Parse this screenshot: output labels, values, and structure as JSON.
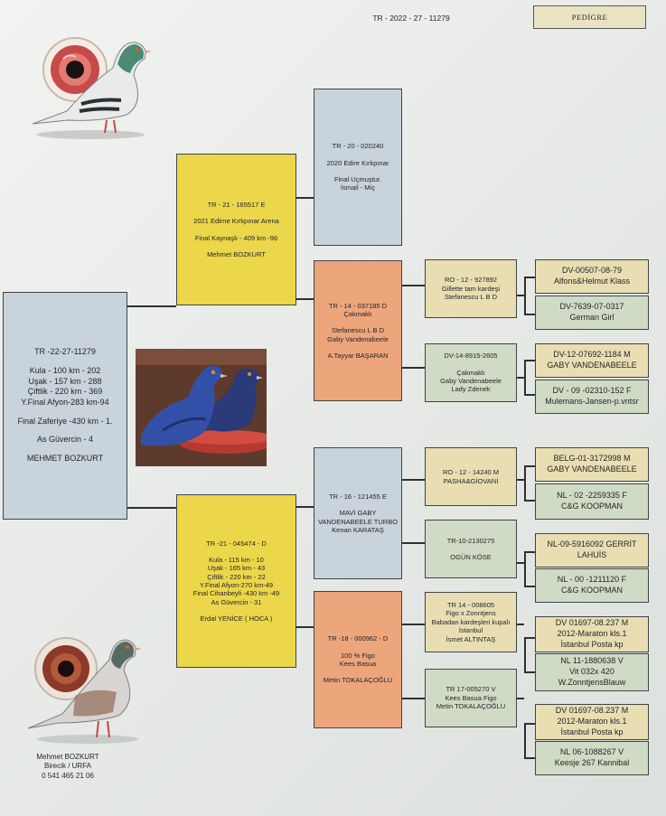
{
  "serial": "TR - 2022 - 27 - 11279",
  "pedigre_label": "PEDİGRE",
  "main": [
    "TR -22-27-11279",
    "",
    "Kula - 100 km - 202",
    "Uşak - 157 km - 288",
    "Çiftlik - 220 km - 369",
    "Y.Final Afyon-283 km-94",
    "",
    "Final Zaferiye -430 km - 1.",
    "",
    "As Güvercin - 4",
    "",
    "MEHMET BOZKURT"
  ],
  "sire": [
    "TR - 21 - 165517 E",
    "",
    "2021 Edirne Kırkpınar Arena",
    "",
    "Final Kaynaşlı - 409 km -96",
    "",
    "Mehmet BOZKURT"
  ],
  "dam": [
    "TR -21 - 045474 - D",
    "",
    "Kula - 115 km - 10",
    "Uşak - 165 km - 43",
    "Çiftlik - 220 km - 22",
    "Y.Final Afyon-270 km-49",
    "Final Cihanbeyli -430 km -49",
    "As Güvercin - 31",
    "",
    "Erdal YENİCE ( HOCA )"
  ],
  "ss": [
    "TR - 20 - 020240",
    "",
    "2020 Edire Kırkpınar",
    "",
    "Final Uçmuştur.",
    "İsmail - Miç"
  ],
  "sd": [
    "TR - 14 - 037185 D",
    "Çakmaklı",
    "",
    "Stefanescu  L B D",
    "Gaby Vandenabeele",
    "",
    "A.Tayyar BAŞARAN"
  ],
  "ds": [
    "TR - 16 - 121455 E",
    "",
    "MAVİ GABY",
    "VANDENABEELE TURBO",
    "Kenan KARATAŞ"
  ],
  "dd": [
    "TR -18 - 000962 - D",
    "",
    "100 % Figo",
    "Kees Basua",
    "",
    "Metin TOKALAÇOĞLU"
  ],
  "sds": [
    "RO - 12 - 927892",
    "Gillette tam kardeşi",
    "Stefanescu  L B D"
  ],
  "sdd": [
    "DV-14-8915-2605",
    "",
    "Çakmaklı",
    "Gaby Vandenabeele",
    "Lady Zdenek"
  ],
  "dss": [
    "RO - 12 - 14240  M",
    "PASHA&GİOVANİ"
  ],
  "dsd": [
    "TR-10-2130275",
    "",
    "OGÜN KÖSE"
  ],
  "dds": [
    "TR 14 - 008605",
    "Figo x Zonntjens",
    "Babadan kardeşleri kupalı",
    "İstanbul",
    "İsmet ALTINTAŞ"
  ],
  "ddd": [
    "TR 17-005270 V",
    "Kees Basua Figo",
    "Metin TOKALAÇOĞLU"
  ],
  "g1": [
    "DV-00507-08-79",
    "Alfons&Helmut Klass"
  ],
  "g2": [
    "DV-7639-07-0317",
    "German Girl"
  ],
  "g3": [
    "DV-12-07692-1184 M",
    "GABY VANDENABEELE"
  ],
  "g4": [
    "DV - 09 -02310-152 F",
    "Mulemans-Jansen-p.vntsr"
  ],
  "g5": [
    "BELG-01-3172998 M",
    "GABY VANDENABEELE"
  ],
  "g6": [
    "NL - 02 -2259335 F",
    "C&G KOOPMAN"
  ],
  "g7": [
    "NL-09-5916092 GERRİT",
    "LAHUİS"
  ],
  "g8": [
    "NL - 00 -1211120 F",
    "C&G KOOPMAN"
  ],
  "g9": [
    "DV 01697-08.237 M",
    "2012-Maraton kls.1",
    "İstanbul Posta kp"
  ],
  "g10": [
    "NL 11-1880638 V",
    "Vit  032x 420",
    "W.ZonntjensBlauw"
  ],
  "g11": [
    "DV 01697-08.237 M",
    "2012-Maraton kls.1",
    "İstanbul Posta kp"
  ],
  "g12": [
    "NL 06-1088267 V",
    "Keesje  267 Kannibal"
  ],
  "owner": [
    "Mehmet BOZKURT",
    "Birecik  / URFA",
    "0 541 465 21 06"
  ]
}
